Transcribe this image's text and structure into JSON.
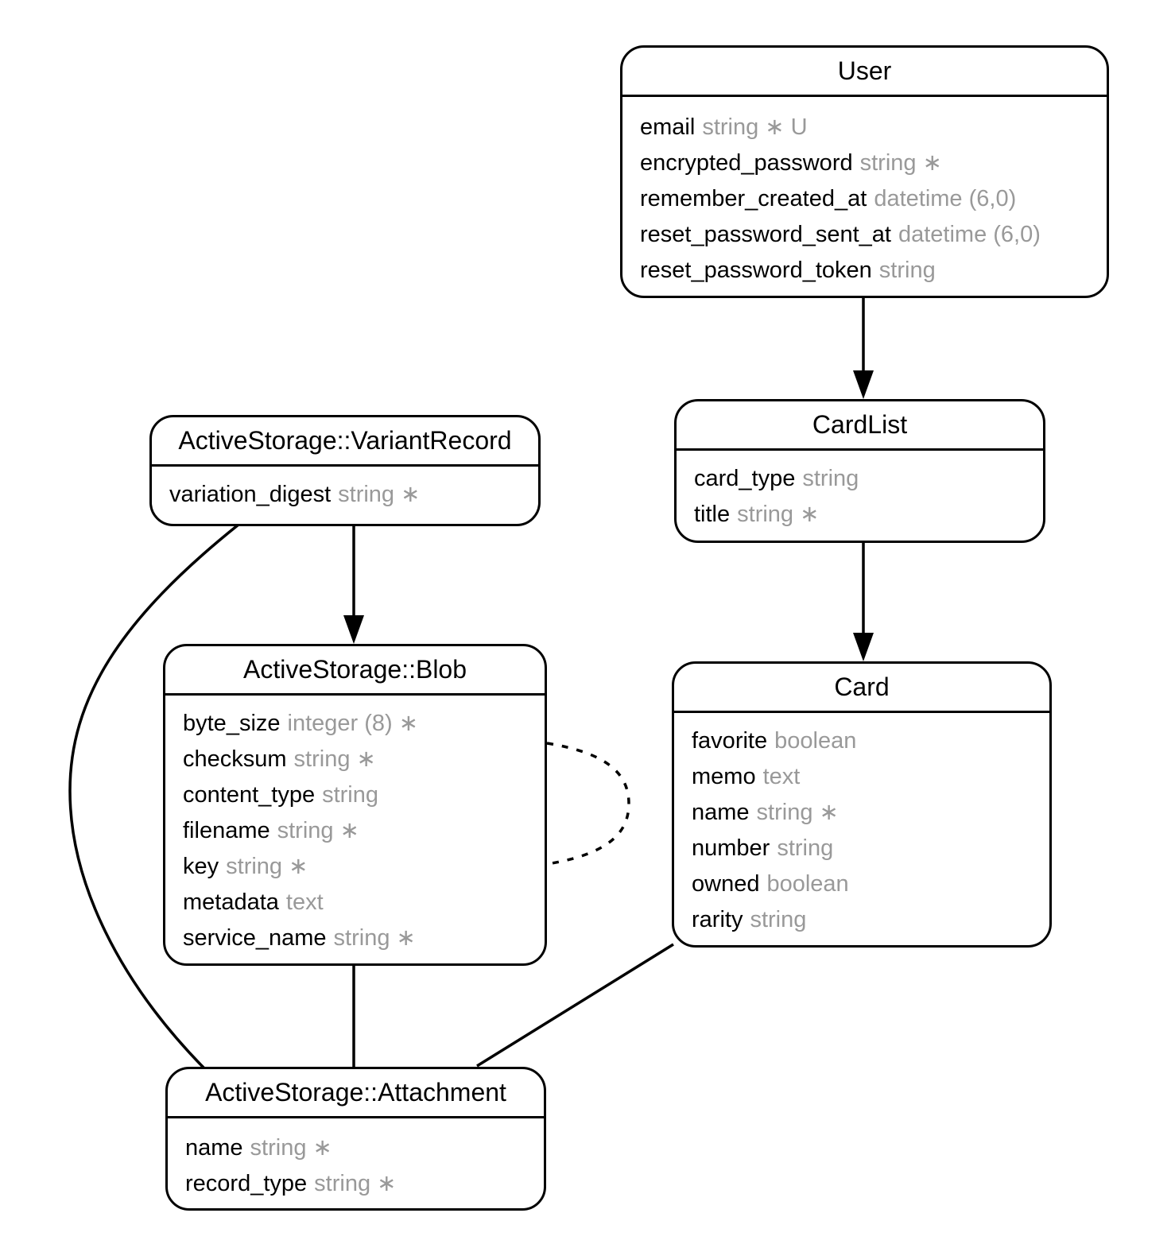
{
  "diagram": {
    "kind": "entity-relationship-diagram"
  },
  "colors": {
    "line": "#000000",
    "field_name": "#000000",
    "field_type": "#999999",
    "box_background": "#ffffff",
    "page_background": "#ffffff"
  },
  "entities": [
    {
      "title": "User",
      "fields": [
        {
          "name": "email",
          "type": "string ∗ U"
        },
        {
          "name": "encrypted_password",
          "type": "string ∗"
        },
        {
          "name": "remember_created_at",
          "type": "datetime (6,0)"
        },
        {
          "name": "reset_password_sent_at",
          "type": "datetime (6,0)"
        },
        {
          "name": "reset_password_token",
          "type": "string"
        }
      ]
    },
    {
      "title": "CardList",
      "fields": [
        {
          "name": "card_type",
          "type": "string"
        },
        {
          "name": "title",
          "type": "string ∗"
        }
      ]
    },
    {
      "title": "Card",
      "fields": [
        {
          "name": "favorite",
          "type": "boolean"
        },
        {
          "name": "memo",
          "type": "text"
        },
        {
          "name": "name",
          "type": "string ∗"
        },
        {
          "name": "number",
          "type": "string"
        },
        {
          "name": "owned",
          "type": "boolean"
        },
        {
          "name": "rarity",
          "type": "string"
        }
      ]
    },
    {
      "title": "ActiveStorage::VariantRecord",
      "fields": [
        {
          "name": "variation_digest",
          "type": "string ∗"
        }
      ]
    },
    {
      "title": "ActiveStorage::Blob",
      "fields": [
        {
          "name": "byte_size",
          "type": "integer (8) ∗"
        },
        {
          "name": "checksum",
          "type": "string ∗"
        },
        {
          "name": "content_type",
          "type": "string"
        },
        {
          "name": "filename",
          "type": "string ∗"
        },
        {
          "name": "key",
          "type": "string ∗"
        },
        {
          "name": "metadata",
          "type": "text"
        },
        {
          "name": "service_name",
          "type": "string ∗"
        }
      ]
    },
    {
      "title": "ActiveStorage::Attachment",
      "fields": [
        {
          "name": "name",
          "type": "string ∗"
        },
        {
          "name": "record_type",
          "type": "string ∗"
        }
      ]
    }
  ],
  "connections": [
    {
      "from": "User",
      "to": "CardList",
      "style": "solid",
      "arrow": true
    },
    {
      "from": "CardList",
      "to": "Card",
      "style": "solid",
      "arrow": true
    },
    {
      "from": "ActiveStorage::VariantRecord",
      "to": "ActiveStorage::Blob",
      "style": "solid",
      "arrow": true
    },
    {
      "from": "ActiveStorage::Blob",
      "to": "ActiveStorage::Attachment",
      "style": "solid",
      "arrow": false
    },
    {
      "from": "ActiveStorage::VariantRecord",
      "to": "ActiveStorage::Attachment",
      "style": "solid-curve",
      "arrow": false
    },
    {
      "from": "Card",
      "to": "ActiveStorage::Attachment",
      "style": "solid",
      "arrow": false
    },
    {
      "from": "ActiveStorage::Blob",
      "to": "ActiveStorage::Blob",
      "style": "dashed-loop",
      "arrow": false
    }
  ]
}
